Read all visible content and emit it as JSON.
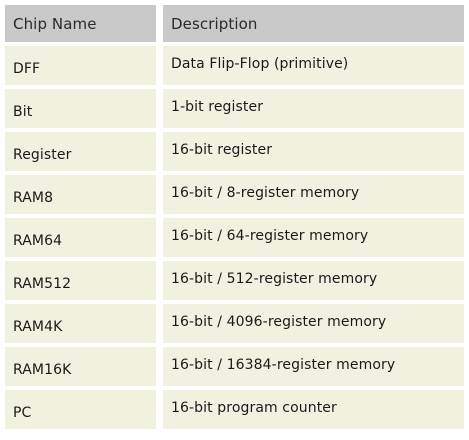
{
  "table": {
    "headers": {
      "name": "Chip Name",
      "description": "Description"
    },
    "rows": [
      {
        "name": "DFF",
        "description": "Data Flip-Flop (primitive)"
      },
      {
        "name": "Bit",
        "description": "1-bit register"
      },
      {
        "name": "Register",
        "description": "16-bit register"
      },
      {
        "name": "RAM8",
        "description": "16-bit / 8-register memory"
      },
      {
        "name": "RAM64",
        "description": "16-bit / 64-register memory"
      },
      {
        "name": "RAM512",
        "description": "16-bit / 512-register memory"
      },
      {
        "name": "RAM4K",
        "description": "16-bit / 4096-register memory"
      },
      {
        "name": "RAM16K",
        "description": "16-bit / 16384-register memory"
      },
      {
        "name": "PC",
        "description": "16-bit program counter"
      }
    ]
  },
  "colors": {
    "header_bg": "#c9c9c9",
    "row_bg": "#f1f1df"
  }
}
